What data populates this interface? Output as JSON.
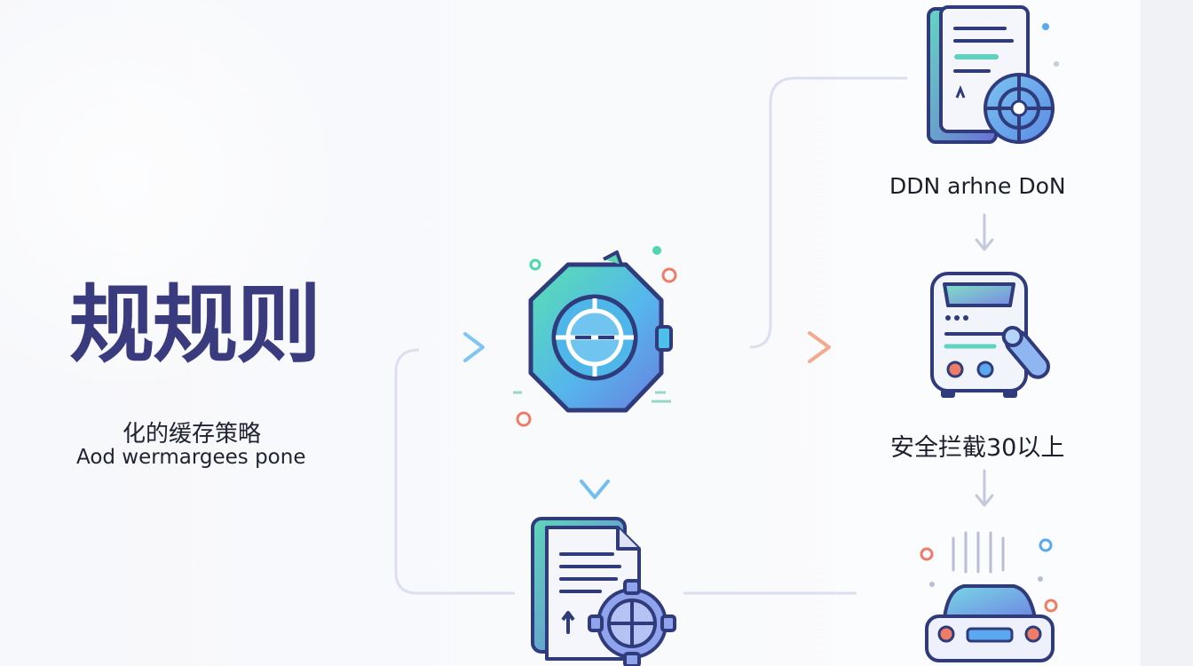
{
  "diagram": {
    "title": "规规则",
    "subtitle": "化的缓存策略",
    "subtitle_en": "Aod wermargees pone",
    "nodes": [
      {
        "id": "node-top-right",
        "label": "DDN arhne DoN",
        "icon": "document-globe-icon"
      },
      {
        "id": "node-mid-right",
        "label": "安全拦截30以上",
        "icon": "vehicle-document-icon"
      },
      {
        "id": "node-bottom-right",
        "label": "",
        "icon": "car-icon"
      },
      {
        "id": "node-center",
        "label": "",
        "icon": "gear-target-icon"
      },
      {
        "id": "node-bottom-center",
        "label": "",
        "icon": "document-gear-icon"
      }
    ],
    "colors": {
      "title": "#3a3b7f",
      "accent_teal": "#4ed6b0",
      "accent_blue": "#5aa8f0",
      "accent_purple": "#6a6fd8",
      "accent_salmon": "#f4b59a",
      "dot_red": "#ee7d68"
    }
  }
}
